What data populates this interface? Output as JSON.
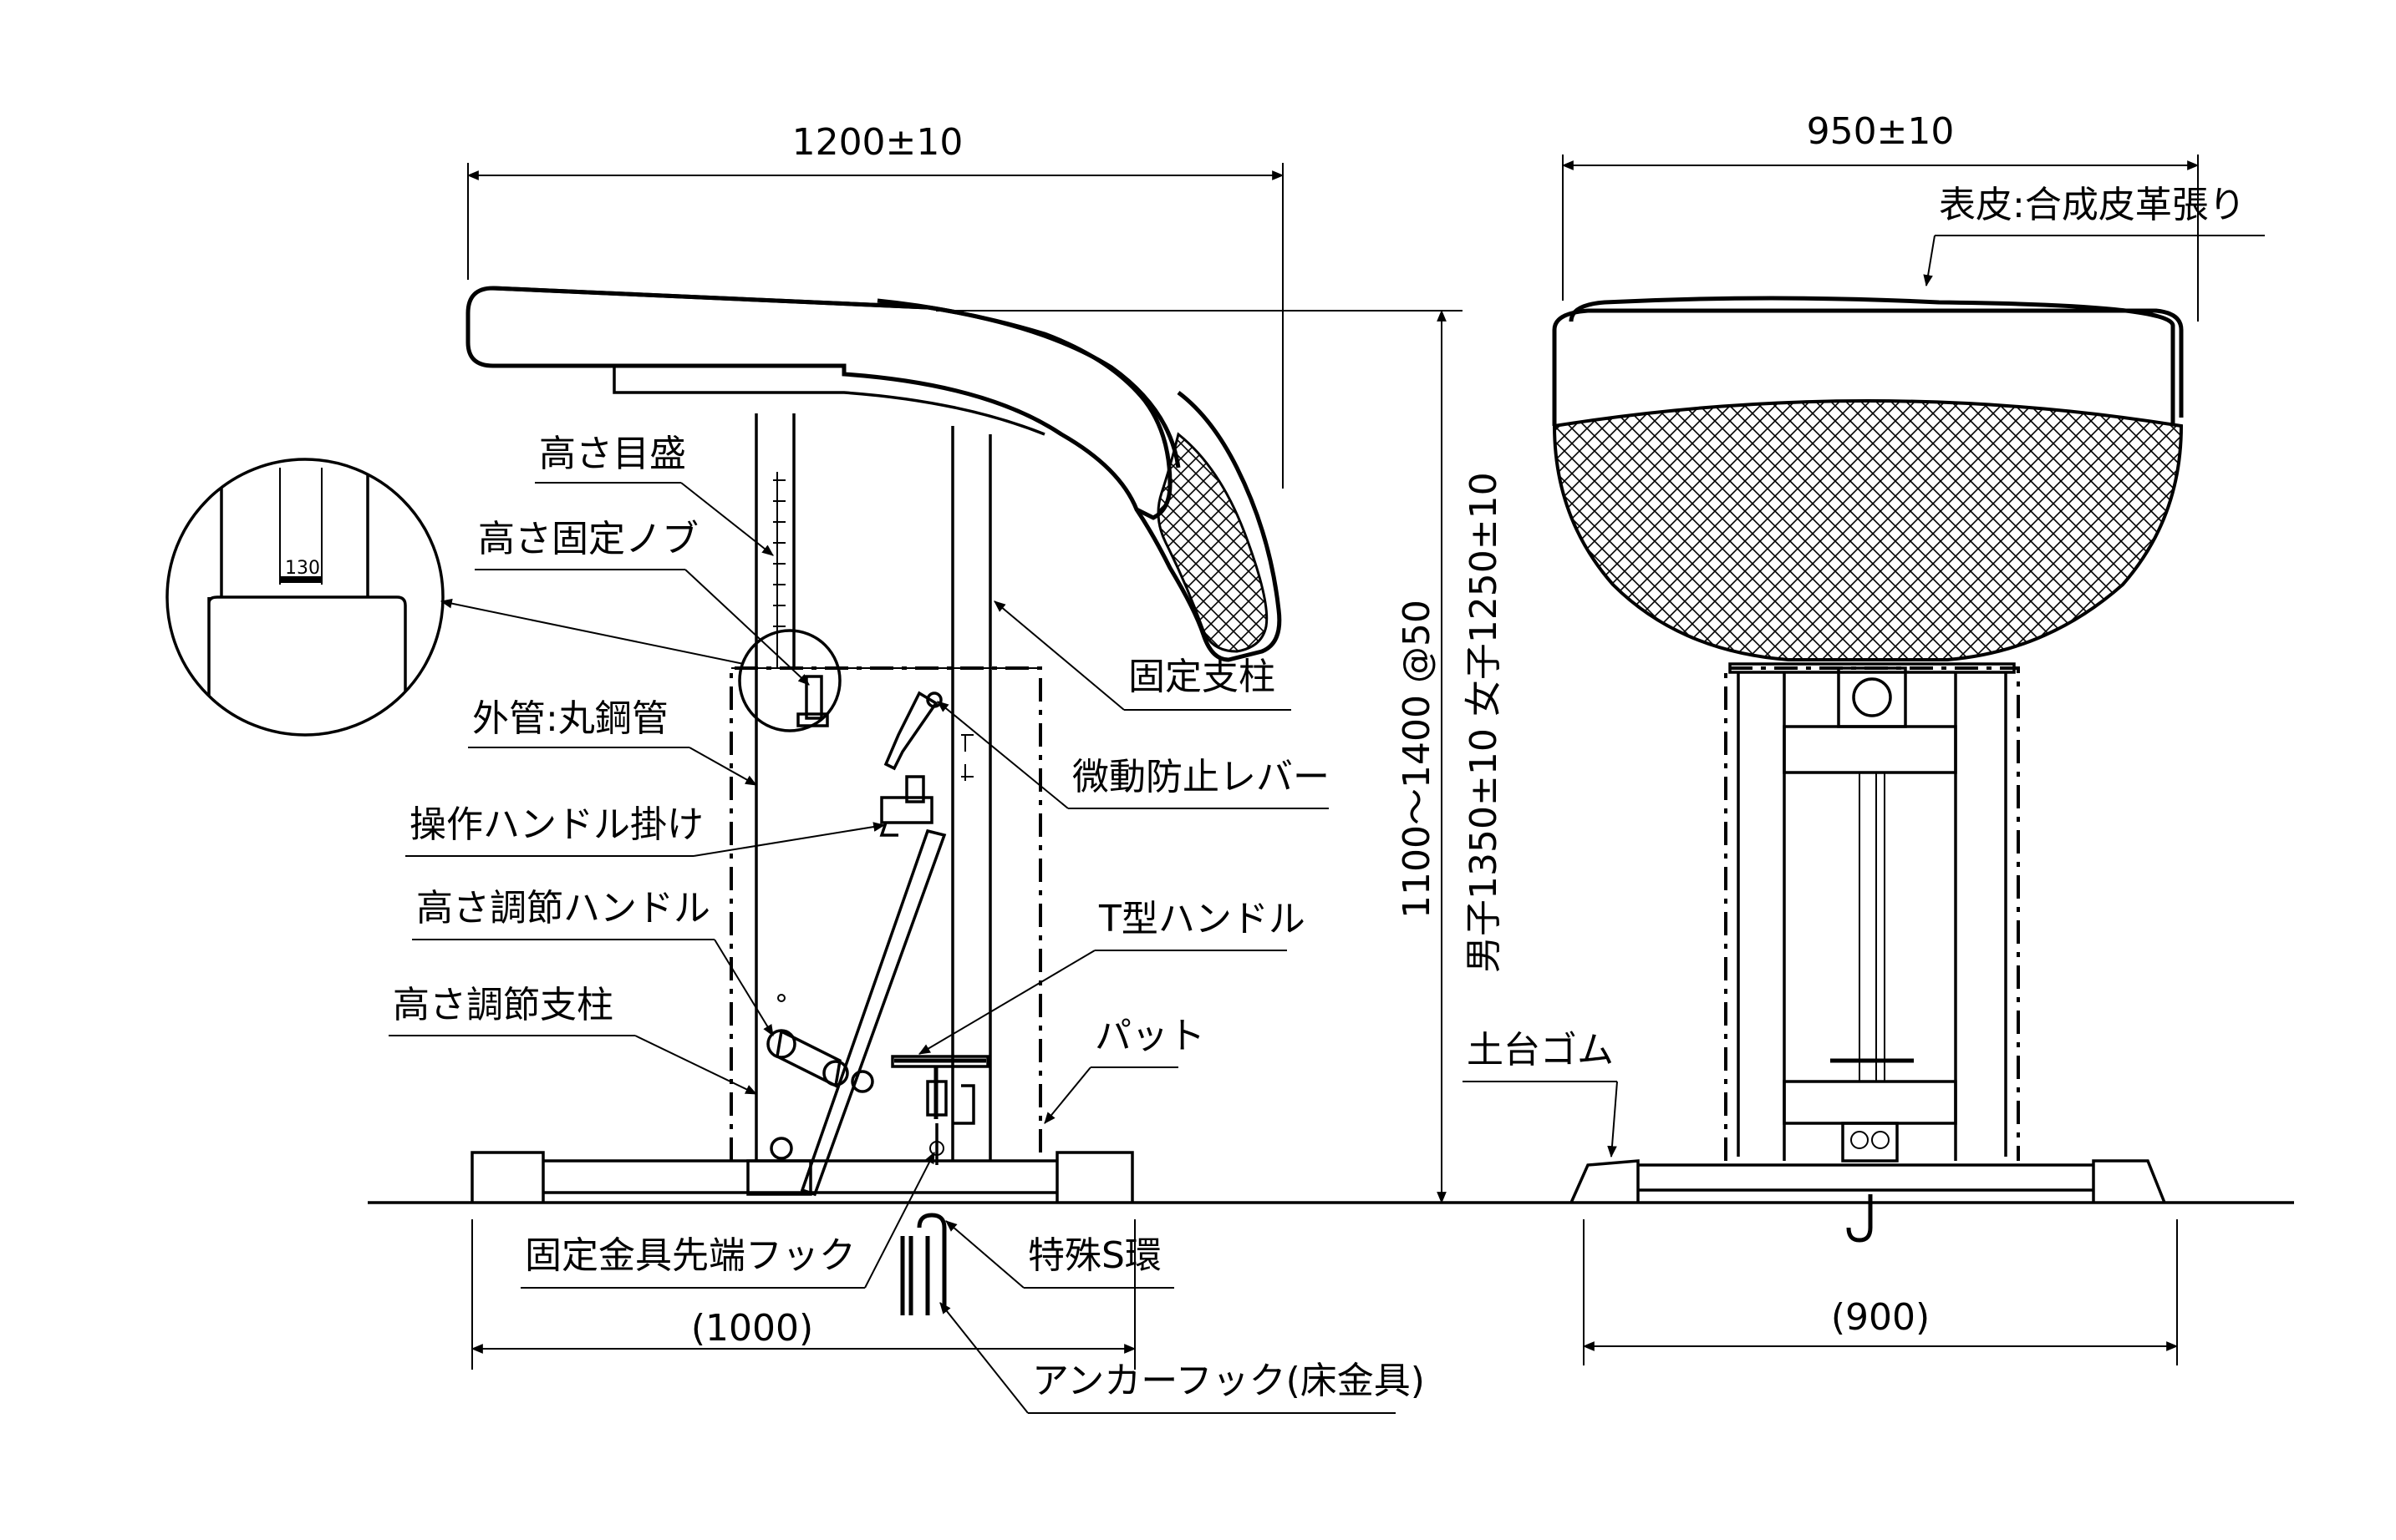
{
  "dimensions": {
    "top_width_side": "1200±10",
    "top_width_front": "950±10",
    "base_side": "(1000)",
    "base_front": "(900)",
    "height_range": "1100～1400  @50",
    "height_men_women": "男子1350±10  女子1250±10"
  },
  "labels": {
    "height_scale": "高さ目盛",
    "height_fixing_knob": "高さ固定ノブ",
    "outer_tube": "外管:丸鋼管",
    "handle_hanger": "操作ハンドル掛け",
    "height_adjust_handle": "高さ調節ハンドル",
    "height_adjust_post": "高さ調節支柱",
    "fixed_post": "固定支柱",
    "anti_jiggle_lever": "微動防止レバー",
    "t_handle": "T型ハンドル",
    "pad": "パット",
    "fixing_hook": "固定金具先端フック",
    "special_s_ring": "特殊S環",
    "anchor_hook": "アンカーフック(床金具)",
    "cover": "表皮:合成皮革張り",
    "base_rubber": "土台ゴム"
  },
  "detail": {
    "scale_value": "130"
  },
  "colors": {
    "line": "#000000",
    "background": "#ffffff"
  }
}
